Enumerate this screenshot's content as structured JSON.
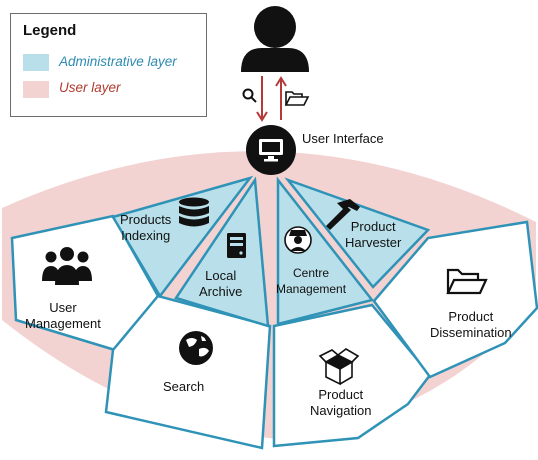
{
  "legend": {
    "title": "Legend",
    "admin_label": "Administrative layer",
    "user_label": "User layer"
  },
  "center": {
    "label": "User Interface"
  },
  "admin_modules": {
    "products_indexing": "Products\nIndexing",
    "local_archive": "Local\nArchive",
    "centre_management": "Centre\nManagement",
    "product_harvester": "Product\nHarvester"
  },
  "user_modules": {
    "user_management": "User\nManagement",
    "search": "Search",
    "product_navigation": "Product\nNavigation",
    "product_dissemination": "Product\nDissemination"
  },
  "colors": {
    "admin_fill": "#b9e0ea",
    "admin_stroke": "#2f93b7",
    "user_fill": "#f3d2d2",
    "arrow": "#b43a3a",
    "icon": "#111111"
  },
  "icons": [
    "user-icon",
    "search-icon",
    "folder-open-icon",
    "monitor-icon",
    "database-icon",
    "server-icon",
    "police-officer-icon",
    "hammer-icon",
    "users-group-icon",
    "globe-icon",
    "box-icon",
    "folder-icon"
  ]
}
